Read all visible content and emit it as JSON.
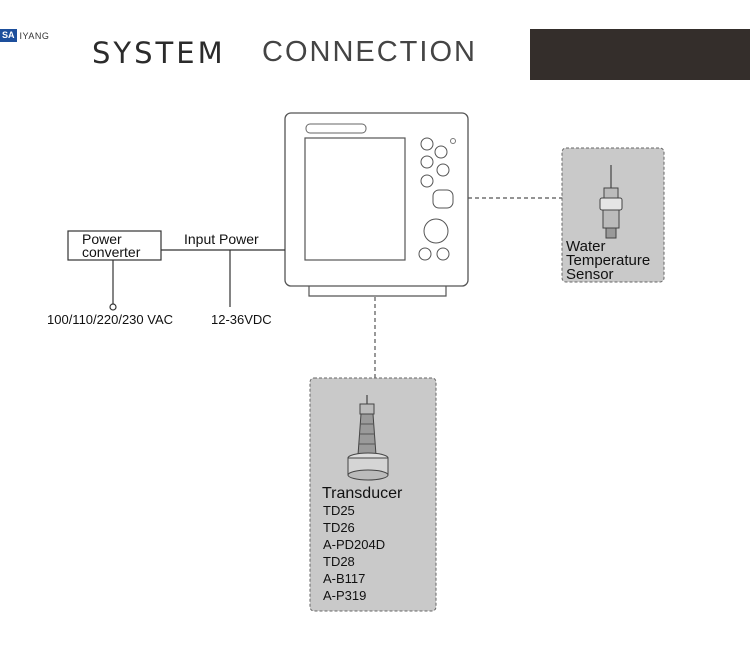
{
  "logo": {
    "mark": "SA",
    "text": "IYANG"
  },
  "title": {
    "word1": "SYSTEM",
    "word2": "CONNECTION"
  },
  "power_box": {
    "line1": "Power",
    "line2": "converter"
  },
  "input_power": "Input Power",
  "ac_voltage": "100/110/220/230 VAC",
  "dc_voltage": "12-36VDC",
  "water_sensor": {
    "line1": "Water",
    "line2": "Temperature",
    "line3": "Sensor"
  },
  "transducer": {
    "title": "Transducer",
    "models": [
      "TD25",
      "TD26",
      "A-PD204D",
      "TD28",
      "A-B117",
      "A-P319"
    ]
  },
  "colors": {
    "title": "#2b2b2b",
    "dark_bar": "#342e2b",
    "panel": "#c9c9c9",
    "logo": "#1d4f9c"
  }
}
